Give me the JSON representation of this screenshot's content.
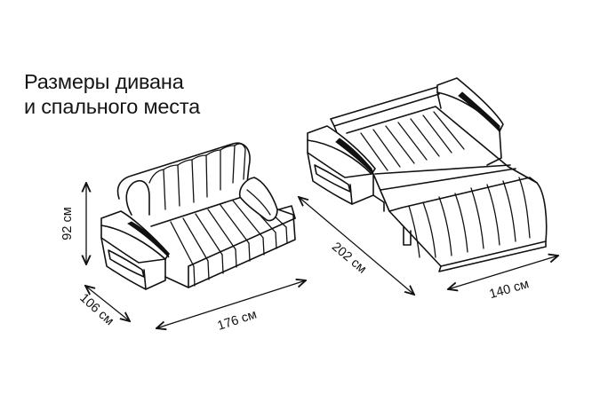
{
  "title": {
    "line1": "Размеры дивана",
    "line2": "и спального места"
  },
  "dimensions": {
    "height": "92 см",
    "depth": "106 см",
    "width": "176 см",
    "bed_length": "202 см",
    "bed_width": "140 см"
  }
}
